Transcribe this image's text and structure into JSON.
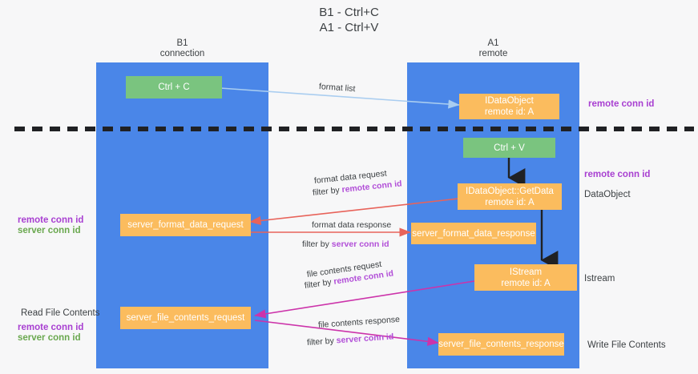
{
  "title": "B1 - Ctrl+C\nA1 - Ctrl+V",
  "lanes": [
    {
      "name": "left-lane",
      "header": "B1\nconnection"
    },
    {
      "name": "right-lane",
      "header": "A1\nremote"
    }
  ],
  "nodes": {
    "ctrl_c": "Ctrl + C",
    "idataobject": "IDataObject\nremote id: A",
    "ctrl_v": "Ctrl + V",
    "getdata": "IDataObject::GetData\nremote id: A",
    "server_format_data_request": "server_format_data_request",
    "server_format_data_response": "server_format_data_response",
    "istream": "IStream\nremote id: A",
    "server_file_contents_request": "server_file_contents_request",
    "server_file_contents_response": "server_file_contents_response"
  },
  "right_labels": {
    "remote_conn_id_top": "remote conn id",
    "remote_conn_id_mid": "remote conn id",
    "dataobject": "DataObject",
    "istream": "Istream",
    "write_file_contents": "Write File Contents"
  },
  "left_labels": {
    "remote_conn_id": "remote conn id",
    "server_conn_id": "server conn id",
    "read_file_contents": "Read File Contents",
    "remote_conn_id_2": "remote conn id",
    "server_conn_id_2": "server conn id"
  },
  "edges": {
    "format_list": "format list",
    "format_data_request": "format data request",
    "format_data_request_filter_pre": "filter by ",
    "format_data_request_filter_key": "remote conn id",
    "format_data_response": "format data response",
    "format_data_response_filter_pre": "filter by ",
    "format_data_response_filter_key": "server conn id",
    "file_contents_request": "file contents request",
    "file_contents_request_filter_pre": "filter by ",
    "file_contents_request_filter_key": "remote conn id",
    "file_contents_response": "file contents response",
    "file_contents_response_filter_pre": "filter by ",
    "file_contents_response_filter_key": "server conn id"
  },
  "colors": {
    "lane": "#4a86e8",
    "node_orange": "#fbbc5e",
    "node_green": "#7ac47f",
    "purple": "#a83fd1",
    "green": "#6aa84f",
    "red_arrow": "#e8635a",
    "magenta_arrow": "#cc33aa",
    "light_blue_arrow": "#a9cdf0",
    "divider": "#202124",
    "background": "#f7f7f8"
  }
}
